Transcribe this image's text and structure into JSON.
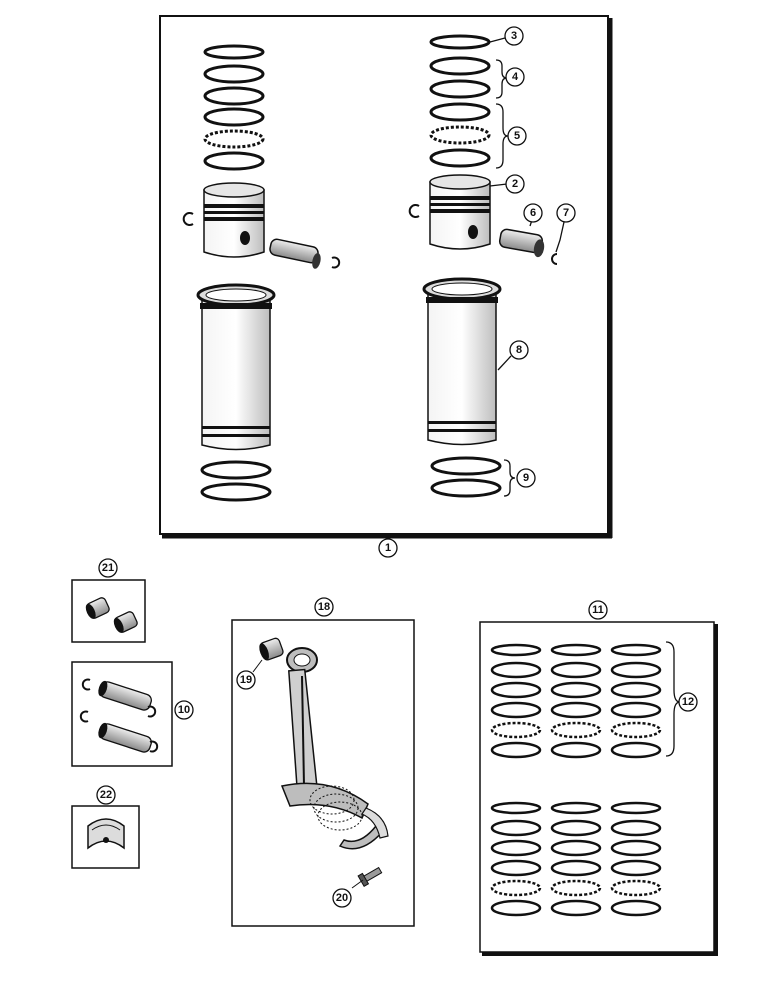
{
  "colors": {
    "ink": "#111111",
    "paper": "#ffffff",
    "shade": "#cfcfcf"
  },
  "callouts": {
    "c1": "1",
    "c2": "2",
    "c3": "3",
    "c4": "4",
    "c5": "5",
    "c6": "6",
    "c7": "7",
    "c8": "8",
    "c9": "9",
    "c10": "10",
    "c11": "11",
    "c12": "12",
    "c18": "18",
    "c19": "19",
    "c20": "20",
    "c21": "21",
    "c22": "22"
  }
}
